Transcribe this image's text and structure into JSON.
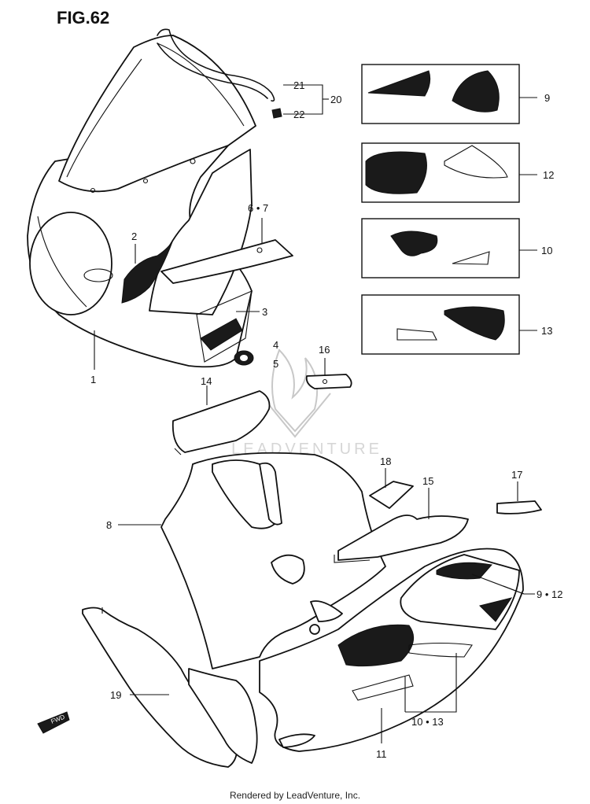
{
  "figure": {
    "title": "FIG.62"
  },
  "callouts": {
    "c1": "1",
    "c2": "2",
    "c3": "3",
    "c4": "4",
    "c5": "5",
    "c67": "6 • 7",
    "c8": "8",
    "c9": "9",
    "c912": "9 • 12",
    "c10": "10",
    "c1013": "10 • 13",
    "c11": "11",
    "c12": "12",
    "c13": "13",
    "c14": "14",
    "c15": "15",
    "c16": "16",
    "c17": "17",
    "c18": "18",
    "c19": "19",
    "c20": "20",
    "c21": "21",
    "c22": "22"
  },
  "fwd_badge": "FWD",
  "footer": {
    "text": "Rendered by LeadVenture, Inc."
  }
}
